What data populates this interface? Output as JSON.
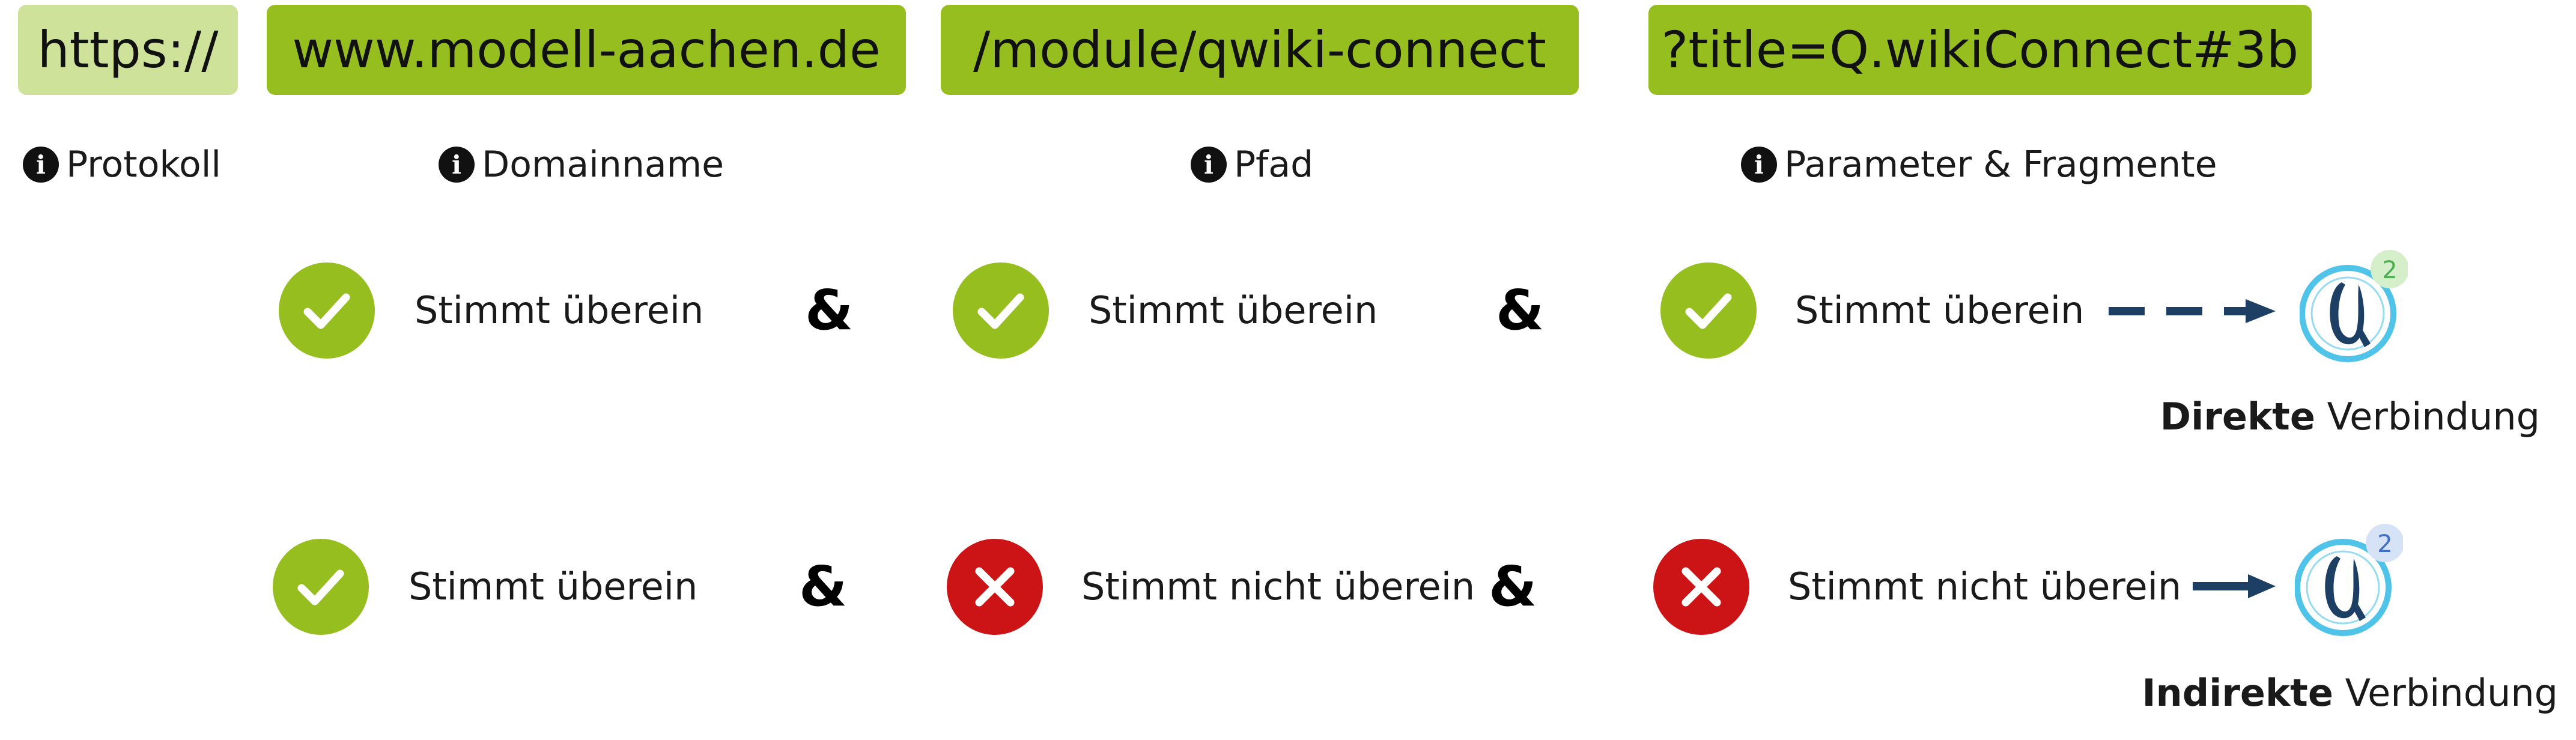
{
  "url": {
    "protocol": "https://",
    "domain": "www.modell-aachen.de",
    "path": "/module/qwiki-connect",
    "params": "?title=Q.wikiConnect#3b"
  },
  "labels": {
    "protocol": "Protokoll",
    "domain": "Domainname",
    "path": "Pfad",
    "params": "Parameter & Fragmente"
  },
  "icons": {
    "info": "info-icon",
    "match": "check-icon",
    "mismatch": "x-icon",
    "logo": "qwiki-logo-icon"
  },
  "rows": [
    {
      "domain": "Stimmt überein",
      "path": "Stimmt überein",
      "params": "Stimmt überein",
      "amp": "&",
      "badge": "2",
      "result_bold": "Direkte",
      "result_rest": " Verbindung"
    },
    {
      "domain": "Stimmt überein",
      "path": "Stimmt nicht überein",
      "params": "Stimmt nicht überein",
      "amp": "&",
      "badge": "2",
      "result_bold": "Indirekte",
      "result_rest": " Verbindung"
    }
  ],
  "colors": {
    "green": "#96be1e",
    "light_green": "#cfe29a",
    "red": "#cc1417",
    "arrow": "#1d3f63",
    "logo_ring": "#4fc3e8",
    "badge_green": "#d4efc9",
    "badge_blue": "#d6e3f7"
  }
}
